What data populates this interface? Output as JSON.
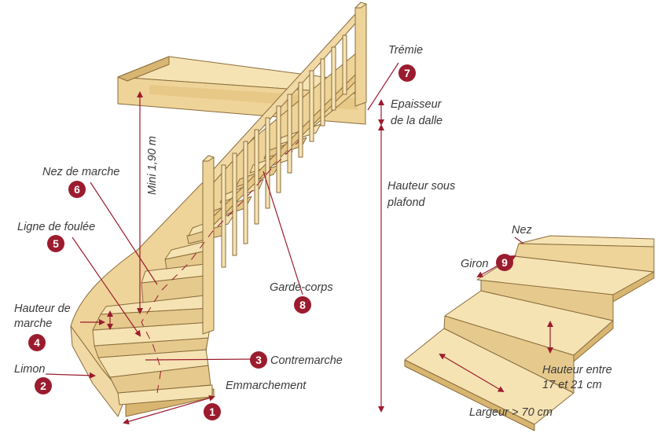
{
  "labels": {
    "tremie": "Trémie",
    "epaisseur_line1": "Epaisseur",
    "epaisseur_line2": "de la dalle",
    "hauteur_sous_line1": "Hauteur sous",
    "hauteur_sous_line2": "plafond",
    "mini": "Mini 1,90 m",
    "nez_de_marche": "Nez de marche",
    "ligne_de_foulee": "Ligne de foulée",
    "hauteur_de_line1": "Hauteur de",
    "hauteur_de_line2": "marche",
    "limon": "Limon",
    "garde_corps": "Garde-corps",
    "contremarche": "Contremarche",
    "emmarchement": "Emmarchement",
    "nez": "Nez",
    "giron": "Giron",
    "hauteur_entre_line1": "Hauteur entre",
    "hauteur_entre_line2": "17 et 21 cm",
    "largeur": "Largeur > 70 cm"
  },
  "badges": {
    "b1": "1",
    "b2": "2",
    "b3": "3",
    "b4": "4",
    "b5": "5",
    "b6": "6",
    "b7": "7",
    "b8": "8",
    "b9": "9"
  },
  "colors": {
    "wood_light": "#f6e3b4",
    "wood_mid": "#efd49a",
    "wood_dark": "#d8b571",
    "outline": "#8a6d3b",
    "accent": "#9b1c2e",
    "text": "#3a3a3a"
  }
}
